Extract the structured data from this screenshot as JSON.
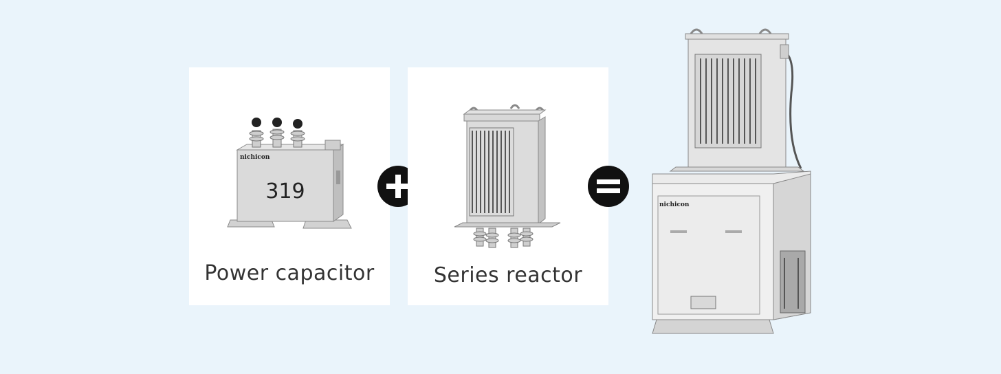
{
  "cards": [
    {
      "id": "power-capacitor",
      "label": "Power capacitor",
      "brand": "nichicon",
      "marking": "319"
    },
    {
      "id": "series-reactor",
      "label": "Series reactor"
    }
  ],
  "operators": {
    "plus": "plus-icon",
    "equals": "equals-icon"
  },
  "result": {
    "brand": "nichicon"
  }
}
